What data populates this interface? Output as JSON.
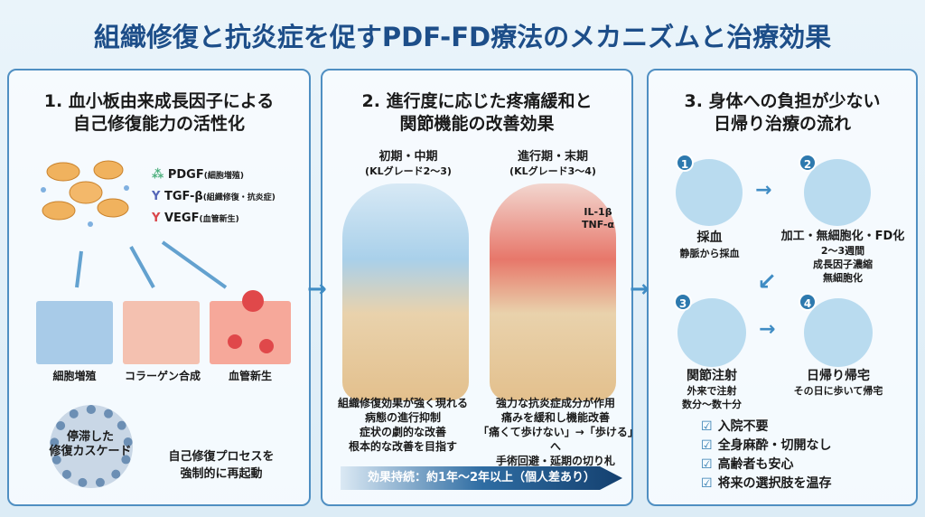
{
  "title": "組織修復と抗炎症を促すPDF-FD療法のメカニズムと治療効果",
  "panel1": {
    "heading": [
      "1. 血小板由来成長因子による",
      "自己修復能力の活性化"
    ],
    "factors": [
      {
        "name": "PDGF",
        "note": "(細胞増殖)",
        "color": "#4caf7d"
      },
      {
        "name": "TGF-β",
        "note": "(組織修復・抗炎症)",
        "color": "#5566b8"
      },
      {
        "name": "VEGF",
        "note": "(血管新生)",
        "color": "#d9464a"
      }
    ],
    "effects": [
      "細胞増殖",
      "コラーゲン合成",
      "血管新生"
    ],
    "gear_label": [
      "停滞した",
      "修復カスケード"
    ],
    "restart": [
      "自己修復プロセスを",
      "強制的に再起動"
    ]
  },
  "panel2": {
    "heading": [
      "2. 進行度に応じた疼痛緩和と",
      "関節機能の改善効果"
    ],
    "early": {
      "title": "初期・中期",
      "grade": "(KLグレード2〜3)",
      "points": [
        "組織修復効果が強く現れる",
        "病態の進行抑制",
        "症状の劇的な改善",
        "根本的な改善を目指す"
      ]
    },
    "late": {
      "title": "進行期・末期",
      "grade": "(KLグレード3〜4)",
      "cytokines": [
        "IL-1β",
        "TNF-α"
      ],
      "points": [
        "強力な抗炎症成分が作用",
        "痛みを緩和し機能改善",
        "「痛くて歩けない」→「歩ける」へ",
        "手術回避・延期の切り札"
      ]
    },
    "duration": "効果持続：約1年〜2年以上（個人差あり）"
  },
  "panel3": {
    "heading": [
      "3. 身体への負担が少ない",
      "日帰り治療の流れ"
    ],
    "steps": [
      {
        "num": "1",
        "title": "採血",
        "desc": [
          "静脈から採血"
        ]
      },
      {
        "num": "2",
        "title": "加工・無細胞化・FD化",
        "desc": [
          "2〜3週間",
          "成長因子濃縮",
          "無細胞化"
        ]
      },
      {
        "num": "3",
        "title": "関節注射",
        "desc": [
          "外来で注射",
          "数分〜数十分"
        ]
      },
      {
        "num": "4",
        "title": "日帰り帰宅",
        "desc": [
          "その日に歩いて帰宅"
        ]
      }
    ],
    "checks": [
      "入院不要",
      "全身麻酔・切開なし",
      "高齢者も安心",
      "将来の選択肢を温存"
    ]
  }
}
